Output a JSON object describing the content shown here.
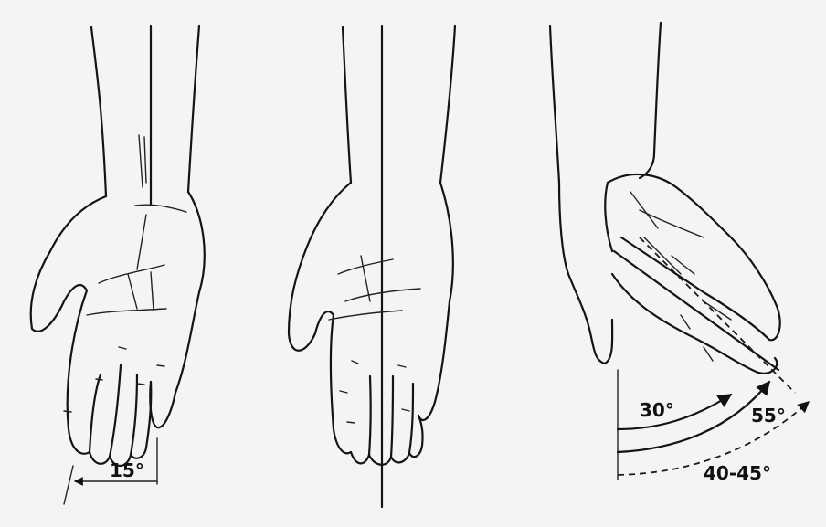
{
  "labels": {
    "radial_deviation": "15°",
    "ulnar_flexion_a": "30°",
    "ulnar_flexion_b": "55°",
    "ulnar_flexion_c": "40-45°"
  },
  "colors": {
    "ink": "#141414",
    "paper": "#f4f4f2"
  }
}
